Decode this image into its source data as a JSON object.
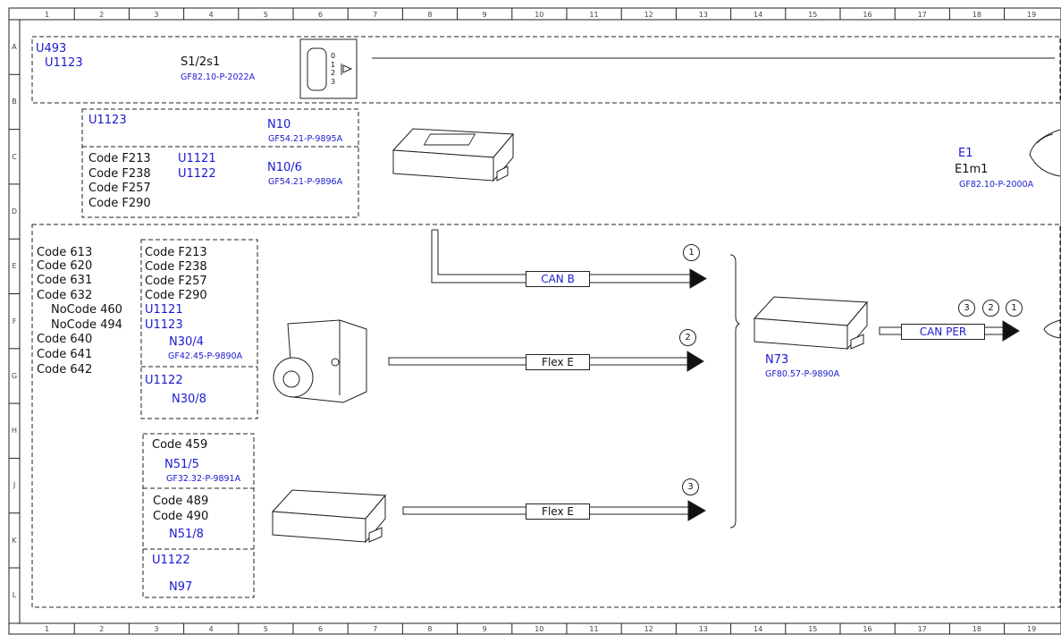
{
  "ruler": {
    "columns": [
      "1",
      "2",
      "3",
      "4",
      "5",
      "6",
      "7",
      "8",
      "9",
      "10",
      "11",
      "12",
      "13",
      "14",
      "15",
      "16",
      "17",
      "18",
      "19"
    ],
    "rows": [
      "A",
      "B",
      "C",
      "D",
      "E",
      "F",
      "G",
      "H",
      "J",
      "K",
      "L"
    ]
  },
  "top_group": {
    "id1": "U493",
    "id2": "U1123",
    "switch_name": "S1/2s1",
    "switch_ref": "GF82.10-P-2022A",
    "switch_positions": "0\n1\n2\n3"
  },
  "ecu_group": {
    "u1123": "U1123",
    "n10": "N10",
    "n10_ref": "GF54.21-P-9895A",
    "codes": [
      "Code F213",
      "Code F238",
      "Code F257",
      "Code F290"
    ],
    "u1121": "U1121",
    "u1122": "U1122",
    "n10_6": "N10/6",
    "n10_6_ref": "GF54.21-P-9896A"
  },
  "lamp": {
    "e1": "E1",
    "e1m1": "E1m1",
    "ref": "GF82.10-P-2000A"
  },
  "left_codes": [
    "Code 613",
    "Code 620",
    "Code 631",
    "Code 632",
    "NoCode 460",
    "NoCode 494",
    "Code 640",
    "Code 641",
    "Code 642"
  ],
  "n30_group": {
    "codes": [
      "Code F213",
      "Code F238",
      "Code F257",
      "Code F290"
    ],
    "u1121": "U1121",
    "u1123": "U1123",
    "n30_4": "N30/4",
    "n30_4_ref": "GF42.45-P-9890A",
    "u1122": "U1122",
    "n30_8": "N30/8"
  },
  "n51_group": {
    "code459": "Code 459",
    "n51_5": "N51/5",
    "n51_5_ref": "GF32.32-P-9891A",
    "code489": "Code 489",
    "code490": "Code 490",
    "n51_8": "N51/8",
    "u1122": "U1122",
    "n97": "N97"
  },
  "buses": {
    "can_b": "CAN B",
    "flex_e_1": "Flex E",
    "flex_e_2": "Flex E",
    "can_per": "CAN PER",
    "marker1": "1",
    "marker2": "2",
    "marker3": "3",
    "per_markers": [
      "3",
      "2",
      "1"
    ]
  },
  "n73": {
    "name": "N73",
    "ref": "GF80.57-P-9890A"
  }
}
